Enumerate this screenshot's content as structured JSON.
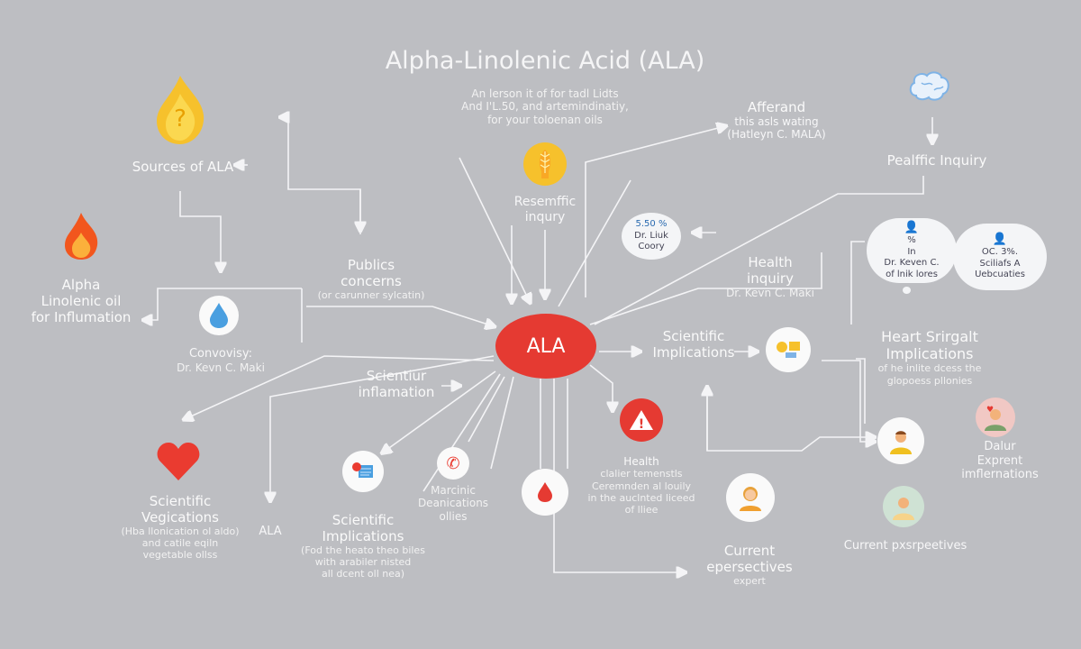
{
  "title": "Alpha-Linolenic Acid (ALA)",
  "intro": [
    "An lerson it of for tadl Lidts",
    "And I'L.50, and artemindinatiy,",
    "for your toloenan oils"
  ],
  "center": "ALA",
  "nodes": {
    "sources": "Sources of ALA",
    "alpha": [
      "Alpha",
      "Linolenic oil",
      "for Influmation"
    ],
    "controversy": [
      "Convovisy:",
      "Dr. Kevn C. Maki"
    ],
    "publics": [
      "Publics",
      "concerns",
      "(or carunner sylcatin)"
    ],
    "research": [
      "Resemffic",
      "inqury"
    ],
    "afferand": [
      "Afferand",
      "this asls wating",
      "(Hatleyn C. MALA)"
    ],
    "pealffic": "Pealffic Inquiry",
    "stat_bubble": [
      "5.50 %",
      "Dr. Liuk",
      "Coory"
    ],
    "health_inquiry": [
      "Health",
      "inquiry",
      "Dr. Kevn C. Maki"
    ],
    "cloud_left": [
      "%",
      "In",
      "Dr. Keven C.",
      "of lnik lores"
    ],
    "cloud_right": [
      "OC.  3%.",
      "Sciliafs A",
      "Uebcuaties"
    ],
    "sci_impl": [
      "Scientific",
      "Implications"
    ],
    "heart_impl": [
      "Heart Srirgalt",
      "Implications",
      "of he inlite dcess the",
      "glopoess pllonies"
    ],
    "sci_inflam": [
      "Scientiur",
      "inflamation"
    ],
    "sci_veg": [
      "Scientific",
      "Vegications",
      "(Hba llonication ol aldo)",
      "and catile eqiln",
      "vegetable ollss"
    ],
    "ala_label": "ALA",
    "sci_impl2": [
      "Scientific",
      "Implications",
      "(Fod the heato theo biles",
      "with arabiler nisted",
      "all dcent oll nea)"
    ],
    "marcinic": [
      "Marcinic",
      "Deanications",
      "ollies"
    ],
    "health_warn": [
      "Health",
      "clalier temenstls",
      "Ceremnden al louily",
      "in the auclnted liceed",
      "of lliee"
    ],
    "current_expert": [
      "Current",
      "epersectives",
      "expert"
    ],
    "current_persp": "Current pxsrpeetives",
    "dalur": [
      "Dalur",
      "Exprent",
      "imflernations"
    ]
  },
  "colors": {
    "background": "#bdbec2",
    "accent": "#e53a32",
    "icon_yellow": "#f6c12c"
  }
}
